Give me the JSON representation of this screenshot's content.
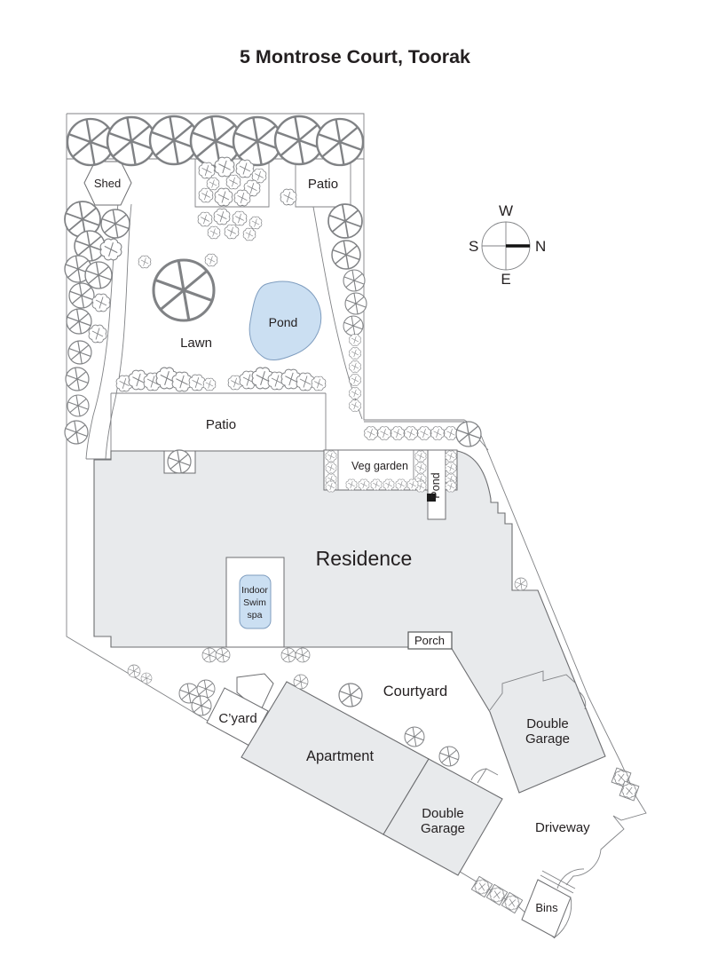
{
  "title": "5 Montrose Court, Toorak",
  "compass": {
    "top": "W",
    "right": "N",
    "left": "S",
    "bottom": "E"
  },
  "labels": {
    "shed": "Shed",
    "patio_upper": "Patio",
    "lawn": "Lawn",
    "pond": "Pond",
    "patio_lower": "Patio",
    "veg_garden": "Veg garden",
    "pond_strip": "Pond",
    "residence": "Residence",
    "indoor_swim_spa": [
      "Indoor",
      "Swim",
      "spa"
    ],
    "porch": "Porch",
    "courtyard": "Courtyard",
    "cyard": "C’yard",
    "apartment": "Apartment",
    "double_garage_upper": [
      "Double",
      "Garage"
    ],
    "double_garage_lower": [
      "Double",
      "Garage"
    ],
    "driveway": "Driveway",
    "bins": "Bins"
  },
  "colors": {
    "building_fill": "#e8eaec",
    "building_stroke": "#6d6e71",
    "water_fill": "#cbdff2",
    "water_stroke": "#7f9dbf",
    "line": "#808285",
    "text": "#231f20",
    "compass_north": "#111111"
  }
}
